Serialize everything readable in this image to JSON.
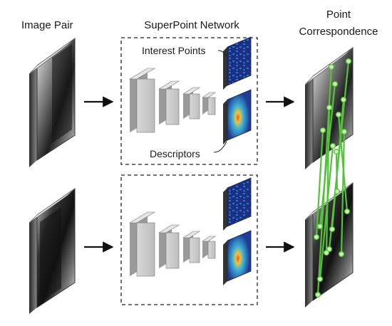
{
  "labels": {
    "image_pair": "Image Pair",
    "network": "SuperPoint Network",
    "correspondence_line1": "Point",
    "correspondence_line2": "Correspondence",
    "interest_points": "Interest Points",
    "descriptors": "Descriptors"
  },
  "colors": {
    "match_line": "#54c23a",
    "match_point": "#c8f2b4",
    "layer_fill": "#c8c8c8",
    "heatmap_blue": "#1e3c96",
    "heatmap_hot": "#e04a2a"
  },
  "icons": [
    "arrow-right-icon",
    "dashed-box",
    "image-thumbnail",
    "feature-map-thumbnail"
  ]
}
